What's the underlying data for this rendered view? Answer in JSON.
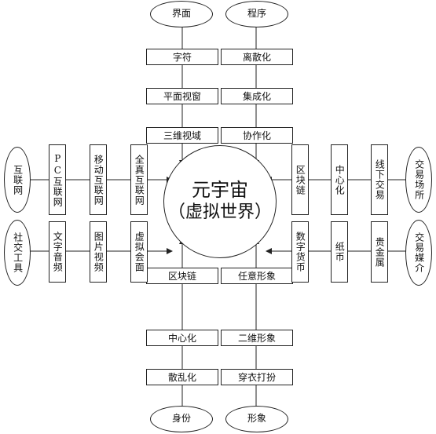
{
  "center": {
    "line1": "元宇宙",
    "line2": "（虚拟世界）"
  },
  "top": {
    "left_oval": "界面",
    "right_oval": "程序",
    "left_boxes": [
      "字符",
      "平面视窗",
      "三维视域"
    ],
    "right_boxes": [
      "离散化",
      "集成化",
      "协作化"
    ]
  },
  "bottom": {
    "left_oval": "身份",
    "right_oval": "形象",
    "left_boxes": [
      "区块链",
      "中心化",
      "散乱化"
    ],
    "right_boxes": [
      "任意形象",
      "二维形象",
      "穿衣打扮"
    ]
  },
  "left": {
    "upper_oval": "互联网",
    "lower_oval": "社交工具",
    "upper_boxes": [
      "PC互联网",
      "移动互联网",
      "全真互联网"
    ],
    "lower_boxes": [
      "文字音频",
      "图片视频",
      "虚拟会面"
    ]
  },
  "right": {
    "upper_oval": "交易场所",
    "lower_oval": "交易媒介",
    "upper_boxes": [
      "区块链",
      "中心化",
      "线下交易"
    ],
    "lower_boxes": [
      "数字货币",
      "纸币",
      "贵金属"
    ]
  }
}
